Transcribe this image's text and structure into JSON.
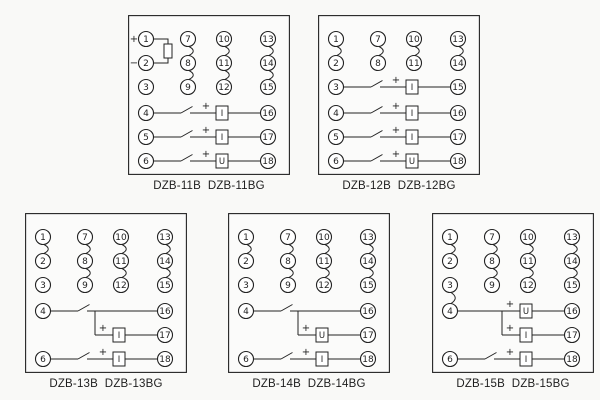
{
  "page": {
    "background": "#f9f9f7",
    "ink": "#232323",
    "panel_fill": "#fbfbfa"
  },
  "panels": [
    {
      "caption": "DZB-11B  DZB-11BG",
      "polarity_marks": [
        {
          "mark": "+",
          "row": 1
        },
        {
          "mark": "−",
          "row": 2
        }
      ],
      "coil_1_2": true,
      "terminals": [
        {
          "n": "1",
          "col": "L",
          "row": 1
        },
        {
          "n": "2",
          "col": "L",
          "row": 2
        },
        {
          "n": "3",
          "col": "L",
          "row": 3
        },
        {
          "n": "4",
          "col": "L",
          "row": 4
        },
        {
          "n": "5",
          "col": "L",
          "row": 5
        },
        {
          "n": "6",
          "col": "L",
          "row": 6
        },
        {
          "n": "7",
          "col": "c2",
          "row": 1
        },
        {
          "n": "8",
          "col": "c2",
          "row": 2
        },
        {
          "n": "9",
          "col": "c2",
          "row": 3
        },
        {
          "n": "10",
          "col": "c3",
          "row": 1
        },
        {
          "n": "11",
          "col": "c3",
          "row": 2
        },
        {
          "n": "12",
          "col": "c3",
          "row": 3
        },
        {
          "n": "13",
          "col": "c4",
          "row": 1
        },
        {
          "n": "14",
          "col": "c4",
          "row": 2
        },
        {
          "n": "15",
          "col": "c4",
          "row": 3
        },
        {
          "n": "16",
          "col": "c4",
          "row": 4
        },
        {
          "n": "17",
          "col": "c4",
          "row": 5
        },
        {
          "n": "18",
          "col": "c4",
          "row": 6
        }
      ],
      "contacts": [
        [
          "7",
          "8"
        ],
        [
          "8",
          "9"
        ],
        [
          "10",
          "11"
        ],
        [
          "11",
          "12"
        ],
        [
          "13",
          "14"
        ],
        [
          "14",
          "15"
        ]
      ],
      "outputs": [
        {
          "row": 4,
          "from": "4",
          "to": "16",
          "element": "I",
          "plus": true,
          "mid_contact": true,
          "tie": false
        },
        {
          "row": 5,
          "from": "5",
          "to": "17",
          "element": "I",
          "plus": true,
          "mid_contact": true,
          "tie": false
        },
        {
          "row": 6,
          "from": "6",
          "to": "18",
          "element": "U",
          "plus": true,
          "mid_contact": true,
          "tie": false
        }
      ]
    },
    {
      "caption": "DZB-12B  DZB-12BG",
      "polarity_marks": [],
      "coil_1_2": false,
      "terminals": [
        {
          "n": "1",
          "col": "L",
          "row": 1
        },
        {
          "n": "2",
          "col": "L",
          "row": 2
        },
        {
          "n": "3",
          "col": "L",
          "row": 3
        },
        {
          "n": "4",
          "col": "L",
          "row": 4
        },
        {
          "n": "5",
          "col": "L",
          "row": 5
        },
        {
          "n": "6",
          "col": "L",
          "row": 6
        },
        {
          "n": "7",
          "col": "c2",
          "row": 1
        },
        {
          "n": "8",
          "col": "c2",
          "row": 2
        },
        {
          "n": "10",
          "col": "c3",
          "row": 1
        },
        {
          "n": "11",
          "col": "c3",
          "row": 2
        },
        {
          "n": "13",
          "col": "c4",
          "row": 1
        },
        {
          "n": "14",
          "col": "c4",
          "row": 2
        },
        {
          "n": "15",
          "col": "c4",
          "row": 3
        },
        {
          "n": "16",
          "col": "c4",
          "row": 4
        },
        {
          "n": "17",
          "col": "c4",
          "row": 5
        },
        {
          "n": "18",
          "col": "c4",
          "row": 6
        }
      ],
      "contacts": [
        [
          "1",
          "2"
        ],
        [
          "7",
          "8"
        ],
        [
          "10",
          "11"
        ],
        [
          "13",
          "14"
        ]
      ],
      "outputs": [
        {
          "row": 3,
          "from": "3",
          "to": "15",
          "element": "I",
          "plus": true,
          "mid_contact": true,
          "tie": false
        },
        {
          "row": 4,
          "from": "4",
          "to": "16",
          "element": "I",
          "plus": true,
          "mid_contact": true,
          "tie": false
        },
        {
          "row": 5,
          "from": "5",
          "to": "17",
          "element": "I",
          "plus": true,
          "mid_contact": true,
          "tie": false
        },
        {
          "row": 6,
          "from": "6",
          "to": "18",
          "element": "U",
          "plus": true,
          "mid_contact": true,
          "tie": false
        }
      ]
    },
    {
      "caption": "DZB-13B  DZB-13BG",
      "polarity_marks": [],
      "coil_1_2": false,
      "terminals": [
        {
          "n": "1",
          "col": "L",
          "row": 1
        },
        {
          "n": "2",
          "col": "L",
          "row": 2
        },
        {
          "n": "3",
          "col": "L",
          "row": 3
        },
        {
          "n": "4",
          "col": "L",
          "row": 4
        },
        {
          "n": "6",
          "col": "L",
          "row": 6
        },
        {
          "n": "7",
          "col": "c2",
          "row": 1
        },
        {
          "n": "8",
          "col": "c2",
          "row": 2
        },
        {
          "n": "9",
          "col": "c2",
          "row": 3
        },
        {
          "n": "10",
          "col": "c3",
          "row": 1
        },
        {
          "n": "11",
          "col": "c3",
          "row": 2
        },
        {
          "n": "12",
          "col": "c3",
          "row": 3
        },
        {
          "n": "13",
          "col": "c4",
          "row": 1
        },
        {
          "n": "14",
          "col": "c4",
          "row": 2
        },
        {
          "n": "15",
          "col": "c4",
          "row": 3
        },
        {
          "n": "16",
          "col": "c4",
          "row": 4
        },
        {
          "n": "17",
          "col": "c4",
          "row": 5
        },
        {
          "n": "18",
          "col": "c4",
          "row": 6
        }
      ],
      "contacts": [
        [
          "1",
          "2"
        ],
        [
          "7",
          "8"
        ],
        [
          "8",
          "9"
        ],
        [
          "10",
          "11"
        ],
        [
          "11",
          "12"
        ],
        [
          "13",
          "14"
        ],
        [
          "14",
          "15"
        ]
      ],
      "outputs": [
        {
          "row": 4,
          "from": "4",
          "to": "16",
          "element": "",
          "plus": false,
          "mid_contact": true,
          "tie": false
        },
        {
          "row": 5,
          "from": "",
          "to": "17",
          "element": "I",
          "plus": true,
          "mid_contact": false,
          "tie": true
        },
        {
          "row": 6,
          "from": "6",
          "to": "18",
          "element": "I",
          "plus": true,
          "mid_contact": true,
          "tie": false
        }
      ]
    },
    {
      "caption": "DZB-14B  DZB-14BG",
      "polarity_marks": [],
      "coil_1_2": false,
      "terminals": [
        {
          "n": "1",
          "col": "L",
          "row": 1
        },
        {
          "n": "2",
          "col": "L",
          "row": 2
        },
        {
          "n": "3",
          "col": "L",
          "row": 3
        },
        {
          "n": "4",
          "col": "L",
          "row": 4
        },
        {
          "n": "6",
          "col": "L",
          "row": 6
        },
        {
          "n": "7",
          "col": "c2",
          "row": 1
        },
        {
          "n": "8",
          "col": "c2",
          "row": 2
        },
        {
          "n": "9",
          "col": "c2",
          "row": 3
        },
        {
          "n": "10",
          "col": "c3",
          "row": 1
        },
        {
          "n": "11",
          "col": "c3",
          "row": 2
        },
        {
          "n": "12",
          "col": "c3",
          "row": 3
        },
        {
          "n": "13",
          "col": "c4",
          "row": 1
        },
        {
          "n": "14",
          "col": "c4",
          "row": 2
        },
        {
          "n": "15",
          "col": "c4",
          "row": 3
        },
        {
          "n": "16",
          "col": "c4",
          "row": 4
        },
        {
          "n": "17",
          "col": "c4",
          "row": 5
        },
        {
          "n": "18",
          "col": "c4",
          "row": 6
        }
      ],
      "contacts": [
        [
          "1",
          "2"
        ],
        [
          "7",
          "8"
        ],
        [
          "8",
          "9"
        ],
        [
          "10",
          "11"
        ],
        [
          "11",
          "12"
        ],
        [
          "13",
          "14"
        ],
        [
          "14",
          "15"
        ]
      ],
      "outputs": [
        {
          "row": 4,
          "from": "4",
          "to": "16",
          "element": "",
          "plus": false,
          "mid_contact": true,
          "tie": false
        },
        {
          "row": 5,
          "from": "",
          "to": "17",
          "element": "U",
          "plus": true,
          "mid_contact": false,
          "tie": true
        },
        {
          "row": 6,
          "from": "6",
          "to": "18",
          "element": "I",
          "plus": true,
          "mid_contact": true,
          "tie": false
        }
      ]
    },
    {
      "caption": "DZB-15B  DZB-15BG",
      "polarity_marks": [],
      "coil_1_2": false,
      "terminals": [
        {
          "n": "1",
          "col": "L",
          "row": 1
        },
        {
          "n": "2",
          "col": "L",
          "row": 2
        },
        {
          "n": "3",
          "col": "L",
          "row": 3
        },
        {
          "n": "4",
          "col": "L",
          "row": 4
        },
        {
          "n": "6",
          "col": "L",
          "row": 6
        },
        {
          "n": "7",
          "col": "c2",
          "row": 1
        },
        {
          "n": "8",
          "col": "c2",
          "row": 2
        },
        {
          "n": "9",
          "col": "c2",
          "row": 3
        },
        {
          "n": "10",
          "col": "c3",
          "row": 1
        },
        {
          "n": "11",
          "col": "c3",
          "row": 2
        },
        {
          "n": "12",
          "col": "c3",
          "row": 3
        },
        {
          "n": "13",
          "col": "c4",
          "row": 1
        },
        {
          "n": "14",
          "col": "c4",
          "row": 2
        },
        {
          "n": "15",
          "col": "c4",
          "row": 3
        },
        {
          "n": "16",
          "col": "c4",
          "row": 4
        },
        {
          "n": "17",
          "col": "c4",
          "row": 5
        },
        {
          "n": "18",
          "col": "c4",
          "row": 6
        }
      ],
      "contacts": [
        [
          "1",
          "2"
        ],
        [
          "3",
          "4"
        ],
        [
          "7",
          "8"
        ],
        [
          "8",
          "9"
        ],
        [
          "10",
          "11"
        ],
        [
          "11",
          "12"
        ],
        [
          "13",
          "14"
        ],
        [
          "14",
          "15"
        ]
      ],
      "outputs": [
        {
          "row": 4,
          "from": "4",
          "to": "16",
          "element": "U",
          "plus": true,
          "mid_contact": false,
          "tie": false
        },
        {
          "row": 5,
          "from": "",
          "to": "17",
          "element": "I",
          "plus": true,
          "mid_contact": false,
          "tie": true
        },
        {
          "row": 6,
          "from": "6",
          "to": "18",
          "element": "I",
          "plus": true,
          "mid_contact": true,
          "tie": false
        }
      ]
    }
  ]
}
